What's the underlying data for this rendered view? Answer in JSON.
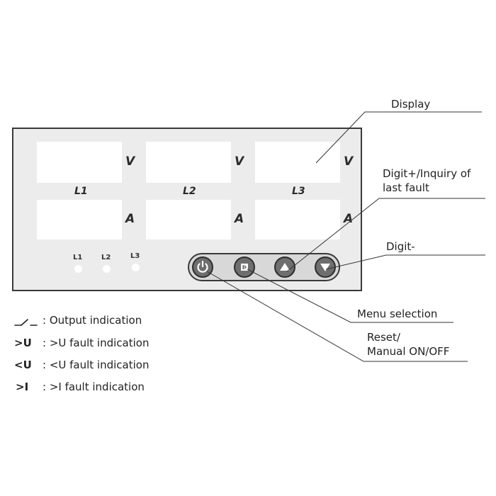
{
  "panel": {
    "rows": [
      {
        "cells": [
          {
            "unit": "V"
          },
          {
            "unit": "V"
          },
          {
            "unit": "V"
          }
        ]
      },
      {
        "cells": [
          {
            "unit": "A"
          },
          {
            "unit": "A"
          },
          {
            "unit": "A"
          }
        ]
      }
    ],
    "phases": [
      "L1",
      "L2",
      "L3"
    ],
    "leds": [
      "L1",
      "L2",
      "L3"
    ],
    "buttons": [
      {
        "icon": "power-icon",
        "function": "Reset / Manual ON/OFF"
      },
      {
        "icon": "menu-icon",
        "function": "Menu selection"
      },
      {
        "icon": "triangle-up-icon",
        "function": "Digit+ / Inquiry of last fault"
      },
      {
        "icon": "triangle-down-icon",
        "function": "Digit-"
      }
    ]
  },
  "callouts": {
    "display": "Display",
    "digit_plus_line1": "Digit+/Inquiry of",
    "digit_plus_line2": "last fault",
    "digit_minus": "Digit-",
    "menu": "Menu selection",
    "reset_line1": "Reset/",
    "reset_line2": "Manual ON/OFF"
  },
  "legend": [
    {
      "symbol": "",
      "symbol_icon": "switch-symbol-icon",
      "text": ": Output indication"
    },
    {
      "symbol": ">U",
      "text": ": >U fault indication"
    },
    {
      "symbol": "<U",
      "text": ": <U fault indication"
    },
    {
      "symbol": ">I",
      "text": ": >I fault indication"
    }
  ]
}
